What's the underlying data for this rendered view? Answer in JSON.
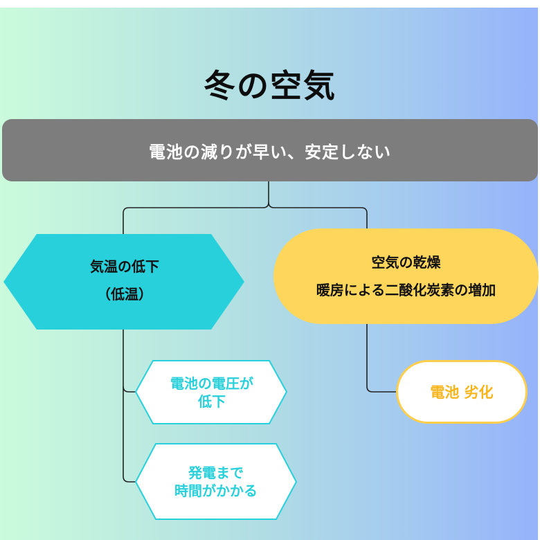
{
  "title": "冬の空気",
  "banner": {
    "text": "電池の減りが早い、安定しない"
  },
  "cause_temperature": {
    "line1": "気温の低下",
    "line2": "（低温）"
  },
  "cause_dryness": {
    "line1": "空気の乾燥",
    "line2": "暖房による二酸化炭素の増加"
  },
  "effect_voltage": {
    "line1": "電池の電圧が",
    "line2": "低下"
  },
  "effect_power": {
    "line1": "発電まで",
    "line2": "時間がかかる"
  },
  "effect_battery": {
    "text": "電池 劣化"
  },
  "colors": {
    "banner_bg": "#7d7d7d",
    "teal": "#27d0da",
    "yellow": "#ffd65c",
    "yellow_border": "#ffce4a",
    "orange_text": "#f7b51b",
    "connector": "#222222"
  }
}
